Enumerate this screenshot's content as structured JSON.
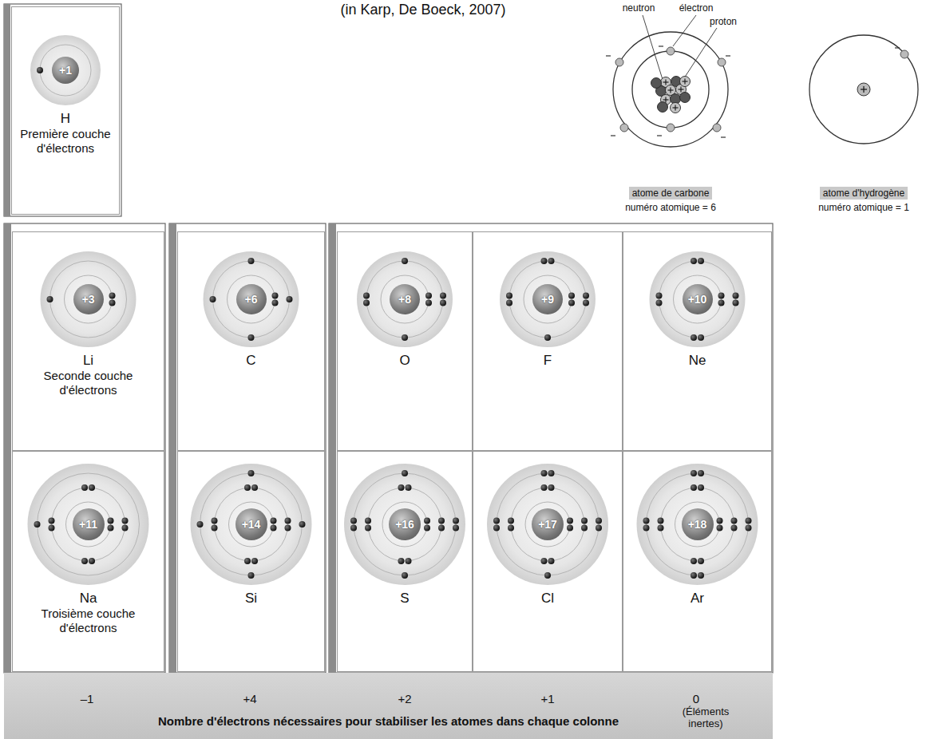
{
  "diagram": {
    "title": "(in Karp, De Boeck, 2007)",
    "nodes": [
      {
        "text": [
          "H",
          "Première couche d'électrons"
        ]
      },
      {
        "text": [
          "+1"
        ],
        "in": 0
      },
      {
        "text": [
          "Li",
          "Seconde couche d'électrons"
        ]
      },
      {
        "text": [
          "+3"
        ],
        "in": 2
      },
      {
        "text": [
          "C"
        ]
      },
      {
        "text": [
          "+6"
        ],
        "in": 4
      },
      {
        "text": [
          "O"
        ]
      },
      {
        "text": [
          "+8"
        ],
        "in": 6
      },
      {
        "text": [
          "F"
        ]
      },
      {
        "text": [
          "+9"
        ],
        "in": 8
      },
      {
        "text": [
          "Ne"
        ]
      },
      {
        "text": [
          "+10"
        ],
        "in": 10
      },
      {
        "text": [
          "Na",
          "Troisième couche d'électrons"
        ]
      },
      {
        "text": [
          "+11"
        ],
        "in": 12
      },
      {
        "text": [
          "Si"
        ]
      },
      {
        "text": [
          "+14"
        ],
        "in": 14
      },
      {
        "text": [
          "S"
        ]
      },
      {
        "text": [
          "+16"
        ],
        "in": 16
      },
      {
        "text": [
          "Cl"
        ]
      },
      {
        "text": [
          "+17"
        ],
        "in": 18
      },
      {
        "text": [
          "Ar"
        ]
      },
      {
        "text": [
          "+18"
        ],
        "in": 20
      },
      {
        "text": [
          "Nombre d'électrons nécessaires pour stabiliser les atomes dans chaque colonne"
        ]
      }
    ],
    "labels": [
      "neutron",
      "électron",
      "proton",
      "atome de carbone",
      "numéro atomique = 6",
      "atome d'hydrogène",
      "numéro atomique = 1",
      "–1",
      "+4",
      "+2",
      "+1",
      "0",
      "(Éléments inertes)"
    ]
  }
}
